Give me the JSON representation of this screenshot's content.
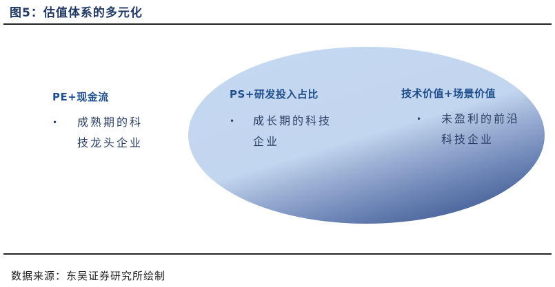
{
  "figure": {
    "title": "图5：估值体系的多元化",
    "source": "数据来源：东吴证券研究所绘制"
  },
  "diagram": {
    "shape": "ellipse",
    "colors": {
      "text": "#1f3864",
      "ellipse_light": "#c5d8f0",
      "ellipse_dark": "#37528a"
    },
    "blocks": [
      {
        "heading": "PE+现金流",
        "bullet": "•",
        "item": "成熟期的科技龙头企业"
      },
      {
        "heading": "PS+研发投入占比",
        "bullet": "•",
        "item": "成长期的科技企业"
      },
      {
        "heading": "技术价值+场景价值",
        "bullet": "•",
        "item": "未盈利的前沿科技企业"
      }
    ]
  }
}
